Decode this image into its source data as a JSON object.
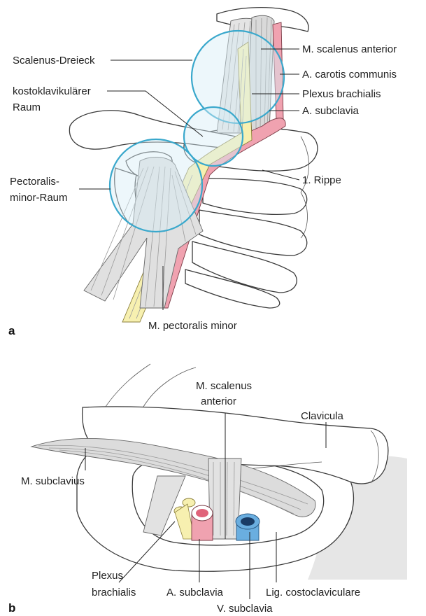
{
  "panel_a": {
    "tag": "a",
    "labels": {
      "scalenus_dreieck": "Scalenus-Dreieck",
      "kostoklavikular_1": "kostoklavikulärer",
      "kostoklavikular_2": "Raum",
      "pectoralis_1": "Pectoralis-",
      "pectoralis_2": "minor-Raum",
      "m_scalenus_anterior": "M. scalenus anterior",
      "a_carotis": "A. carotis communis",
      "plexus_brachialis": "Plexus brachialis",
      "a_subclavia": "A. subclavia",
      "rippe": "1. Rippe",
      "m_pectoralis_minor": "M. pectoralis minor"
    }
  },
  "panel_b": {
    "tag": "b",
    "labels": {
      "m_scalenus_1": "M. scalenus",
      "m_scalenus_2": "anterior",
      "clavicula": "Clavicula",
      "m_subclavius": "M. subclavius",
      "plexus_1": "Plexus",
      "plexus_2": "brachialis",
      "a_subclavia": "A. subclavia",
      "lig_costoclaviculare": "Lig. costoclaviculare",
      "v_subclavia": "V. subclavia"
    }
  },
  "colors": {
    "ring": "#3aa8cc",
    "artery": "#f0a2b0",
    "nerve": "#f7f0b0",
    "vein": "#6aaee0",
    "muscle": "#e2e2e2",
    "shadow": "#e6e6e6"
  }
}
